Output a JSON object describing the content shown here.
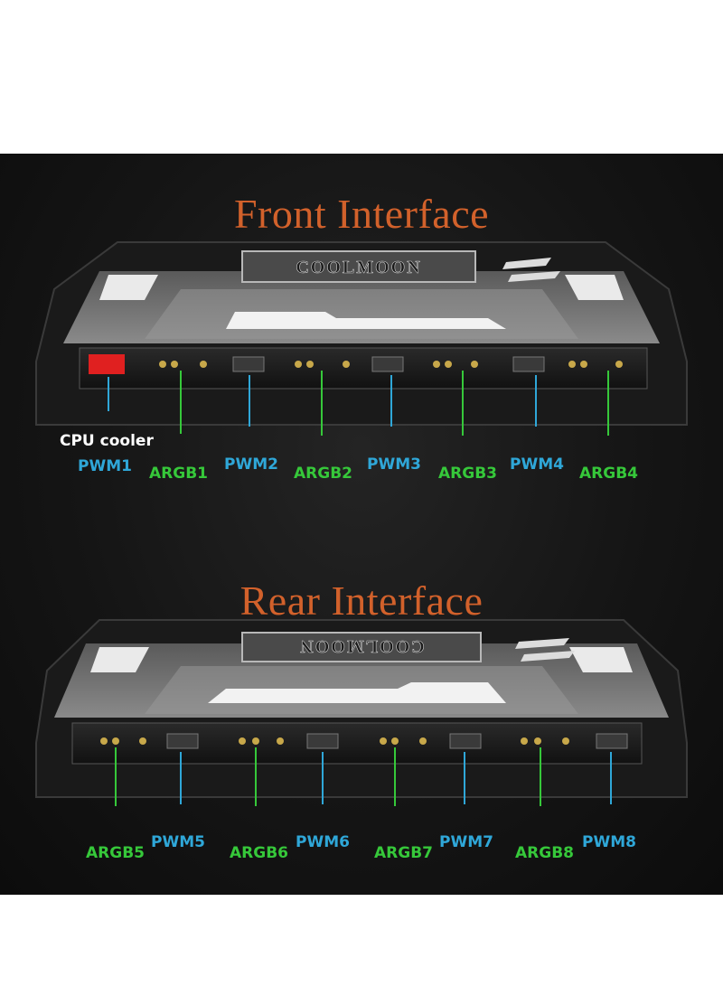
{
  "front": {
    "title": "Front Interface",
    "brand": "COOLMOON",
    "cpu_label": "CPU cooler",
    "labels": [
      "PWM1",
      "ARGB1",
      "PWM2",
      "ARGB2",
      "PWM3",
      "ARGB3",
      "PWM4",
      "ARGB4"
    ]
  },
  "rear": {
    "title": "Rear Interface",
    "brand": "COOLMOON",
    "labels": [
      "ARGB5",
      "PWM5",
      "ARGB6",
      "PWM6",
      "ARGB7",
      "PWM7",
      "ARGB8",
      "PWM8"
    ]
  },
  "colors": {
    "title": "#d2612b",
    "pwm": "#2fa7d8",
    "argb": "#36c83a",
    "cpu_connector": "#e02020"
  }
}
